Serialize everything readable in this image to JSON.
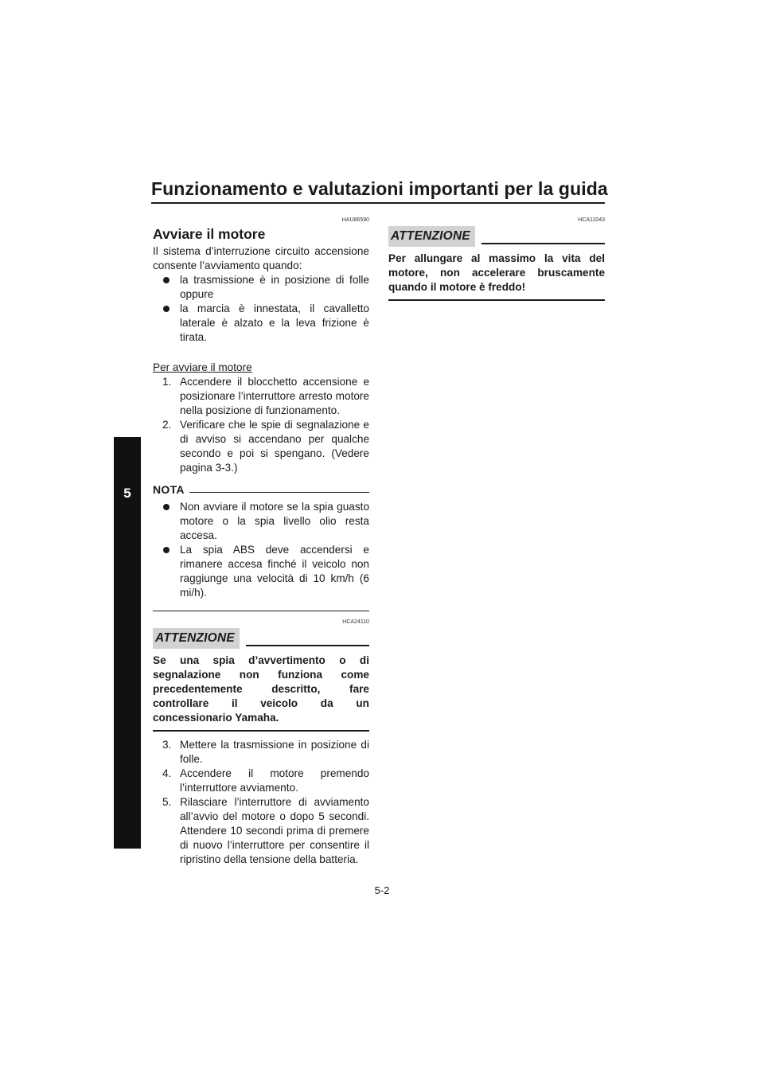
{
  "header": {
    "title": "Funzionamento e valutazioni importanti per la guida"
  },
  "side_tab": {
    "label": "5"
  },
  "left": {
    "code": "HAU86590",
    "title": "Avviare il motore",
    "intro": "Il sistema d’interruzione circuito accensione consente l’avviamento quando:",
    "conditions": [
      "la trasmissione è in posizione di folle oppure",
      "la marcia è innestata, il cavalletto laterale è alzato e la leva frizione è tirata."
    ],
    "subhead": "Per avviare il motore",
    "steps_a": [
      {
        "num": "1.",
        "text": "Accendere il blocchetto accensione e posizionare l’interruttore arresto motore nella posizione di funzionamento."
      },
      {
        "num": "2.",
        "text": "Verificare che le spie di segnalazione e di avviso si accendano per qualche secondo e poi si spengano. (Vedere pagina 3-3.)"
      }
    ],
    "nota": {
      "label": "NOTA",
      "items": [
        "Non avviare il motore se la spia guasto motore o la spia livello olio resta accesa.",
        "La spia ABS deve accendersi e rimanere accesa finché il veicolo non raggiunge una velocità di 10 km/h (6 mi/h)."
      ]
    },
    "attention": {
      "code": "HCA24110",
      "label": "ATTENZIONE",
      "text": "Se una spia d’avvertimento o di segnalazione non funziona come precedentemente descritto, fare controllare il veicolo da un concessionario Yamaha."
    },
    "steps_b": [
      {
        "num": "3.",
        "text": "Mettere la trasmissione in posizione di folle."
      },
      {
        "num": "4.",
        "text": "Accendere il motore premendo l’interruttore avviamento."
      },
      {
        "num": "5.",
        "text": "Rilasciare l’interruttore di avviamento all’avvio del motore o dopo 5 secondi. Attendere 10 secondi prima di premere di nuovo l’interruttore per consentire il ripristino della tensione della batteria."
      }
    ]
  },
  "right": {
    "attention": {
      "code": "HCA11043",
      "label": "ATTENZIONE",
      "text": "Per allungare al massimo la vita del motore, non accelerare bruscamente quando il motore è freddo!"
    }
  },
  "footer": {
    "page_number": "5-2"
  }
}
